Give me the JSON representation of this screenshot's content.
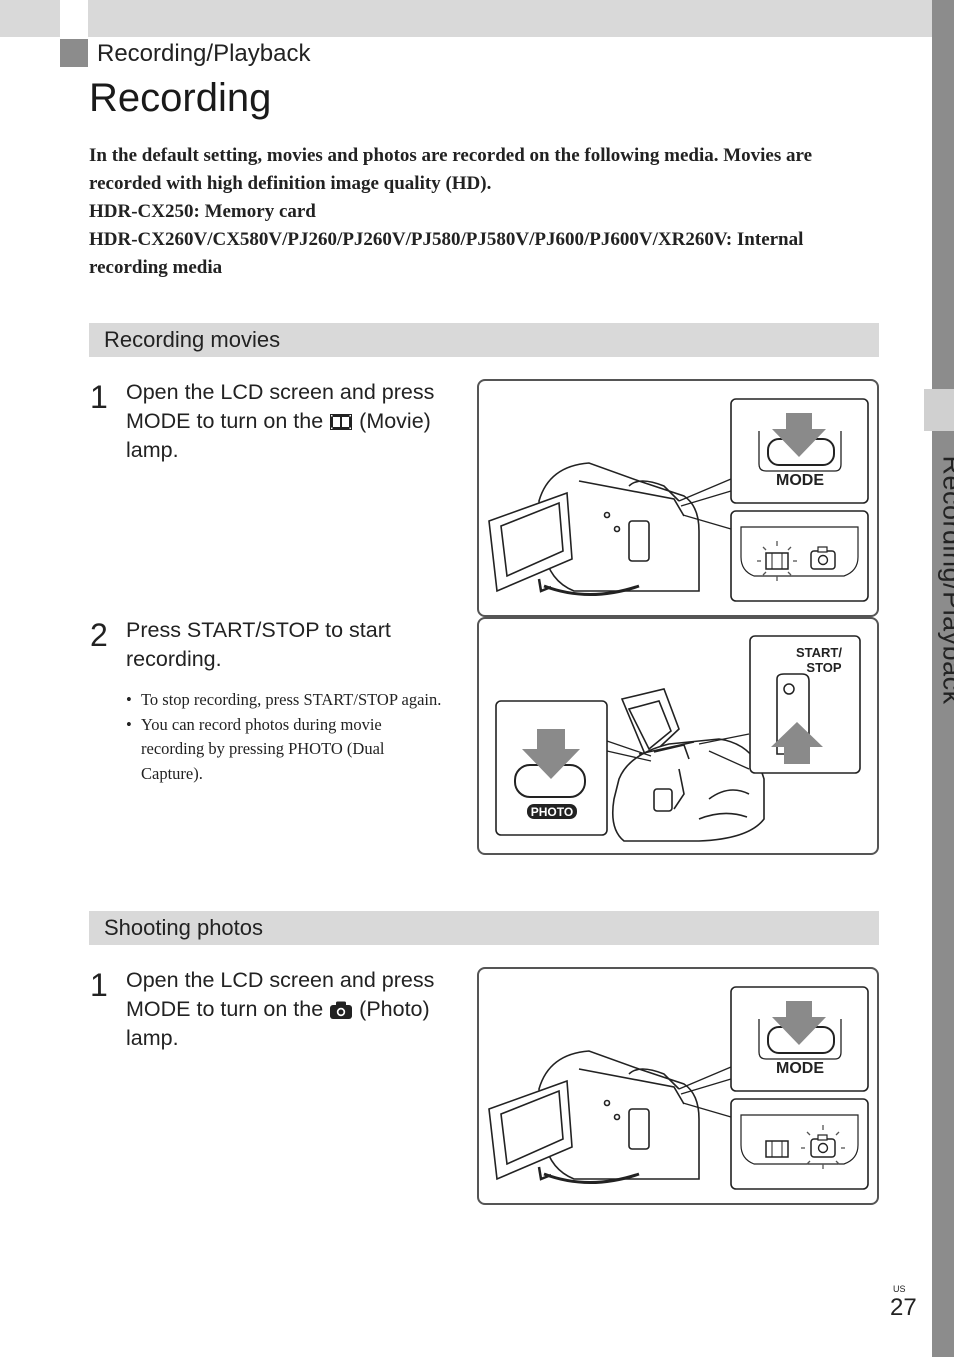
{
  "header": {
    "section": "Recording/Playback",
    "side_tab": "Recording/Playback"
  },
  "page": {
    "title": "Recording",
    "intro": [
      "In the default setting, movies and photos are recorded on the following media. Movies are recorded with high definition image quality (HD).",
      "HDR-CX250:  Memory card",
      "HDR-CX260V/CX580V/PJ260/PJ260V/PJ580/PJ580V/PJ600/PJ600V/XR260V:  Internal recording media"
    ],
    "number": "27",
    "region": "US"
  },
  "movies": {
    "heading": "Recording movies",
    "step1": {
      "num": "1",
      "text_before": "Open the LCD screen and press MODE to turn on the",
      "icon": "movie-icon",
      "text_after": "(Movie) lamp."
    },
    "step2": {
      "num": "2",
      "text": "Press START/STOP to start recording.",
      "bullets": [
        "To stop recording, press START/STOP again.",
        "You can record photos during movie recording by pressing PHOTO (Dual Capture)."
      ]
    }
  },
  "photos": {
    "heading": "Shooting photos",
    "step1": {
      "num": "1",
      "text_before": "Open the LCD screen and press MODE to turn on the",
      "icon": "camera-icon",
      "text_after": "(Photo) lamp."
    }
  },
  "figures": {
    "mode_label": "MODE",
    "photo_label": "PHOTO",
    "start_label_1": "START/",
    "start_label_2": "STOP"
  }
}
